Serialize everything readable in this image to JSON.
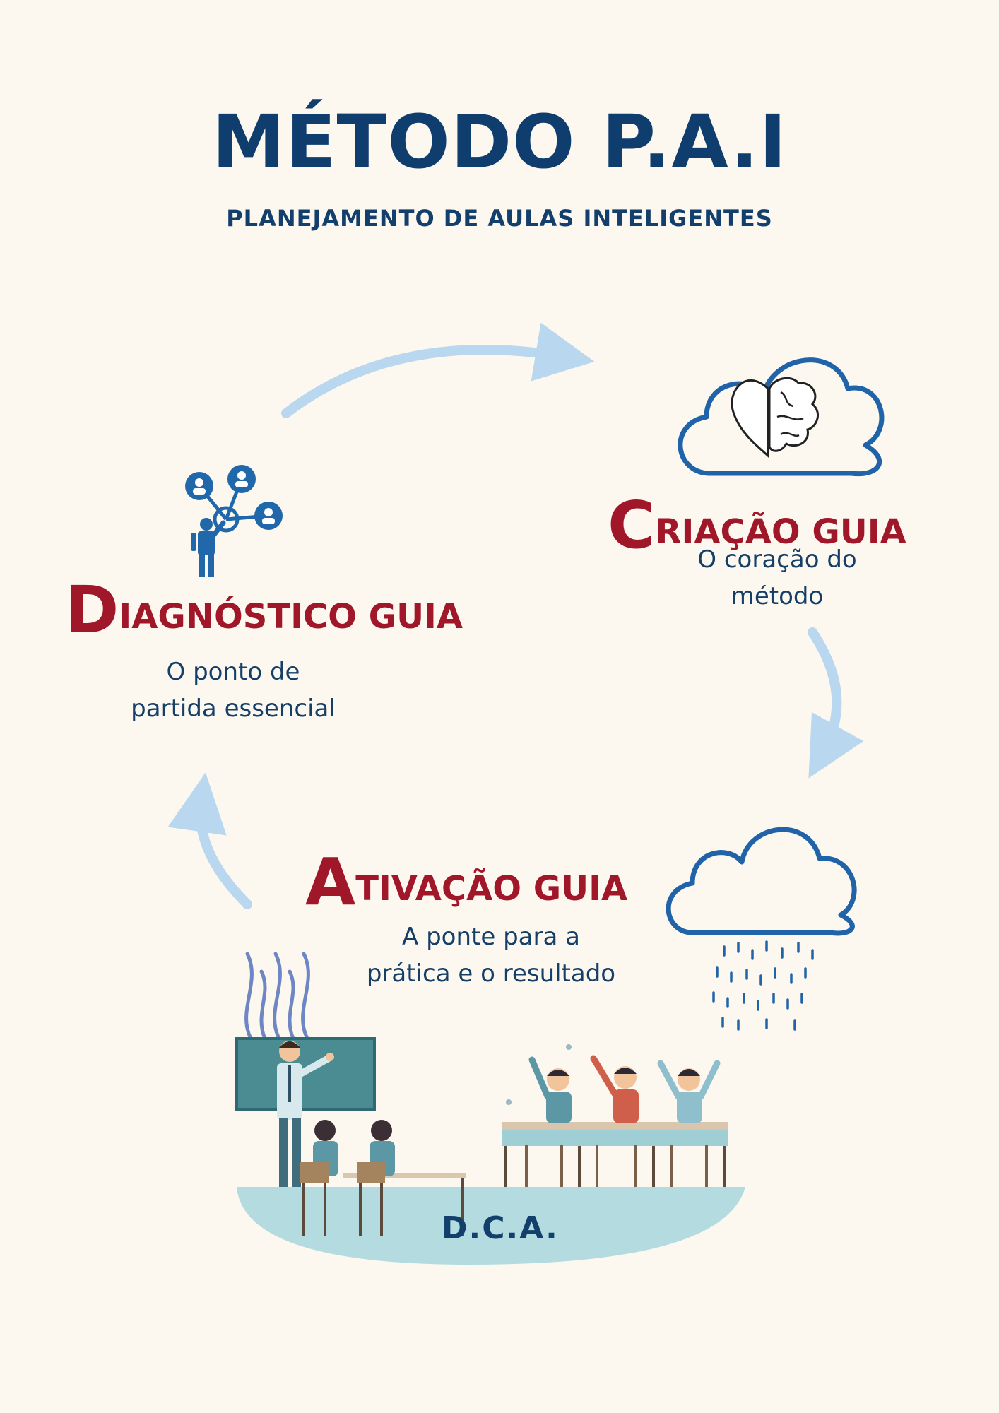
{
  "header": {
    "title": "MÉTODO P.A.I",
    "subtitle": "PLANEJAMENTO DE AULAS INTELIGENTES"
  },
  "steps": {
    "diagnostico": {
      "initial": "D",
      "rest": "IAGNÓSTICO GUIA",
      "desc_line1": "O ponto de",
      "desc_line2": "partida essencial"
    },
    "criacao": {
      "initial": "C",
      "rest": "RIAÇÃO GUIA",
      "desc_line1": "O coração do",
      "desc_line2": "método"
    },
    "ativacao": {
      "initial": "A",
      "rest": "TIVAÇÃO GUIA",
      "desc_line1": "A ponte para a",
      "desc_line2": "prática e o resultado"
    }
  },
  "classroom_label": "D.C.A.",
  "colors": {
    "title": "#0f3d6e",
    "accent_red": "#a0172a",
    "arrow": "#b9d7ef",
    "cloud_stroke": "#2063a8"
  },
  "icons": [
    "network-people-icon",
    "brain-heart-cloud-icon",
    "rain-cloud-icon",
    "classroom-illustration"
  ]
}
